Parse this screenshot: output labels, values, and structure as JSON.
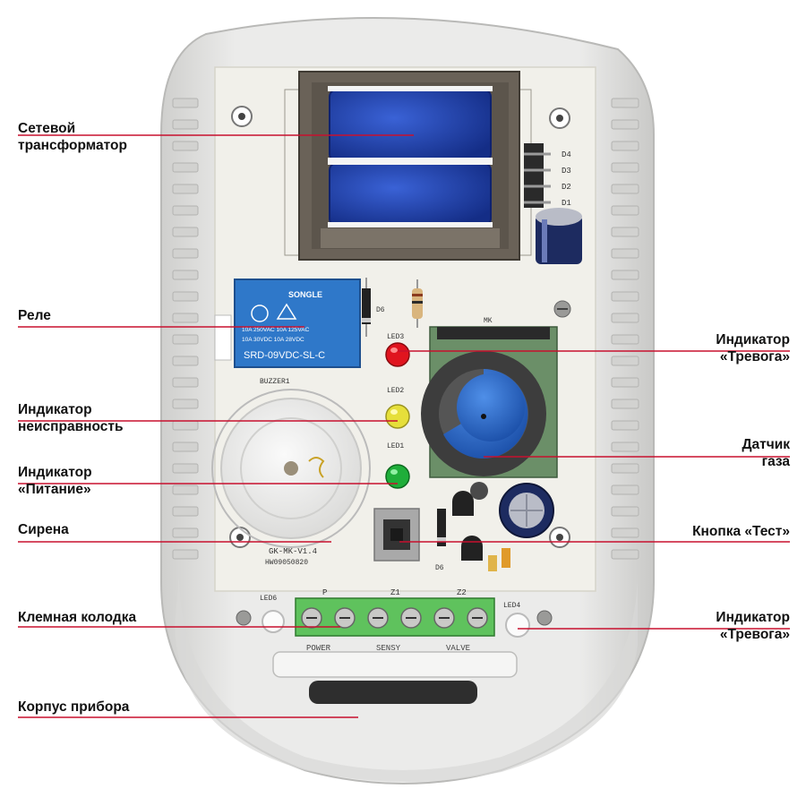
{
  "callouts": [
    {
      "id": "transformer",
      "lines": [
        "Сетевой",
        "трансформатор"
      ]
    },
    {
      "id": "relay",
      "lines": [
        "Реле"
      ]
    },
    {
      "id": "fault-led",
      "lines": [
        "Индикатор",
        "неисправность"
      ]
    },
    {
      "id": "power-led",
      "lines": [
        "Индикатор",
        "«Питание»"
      ]
    },
    {
      "id": "siren",
      "lines": [
        "Сирена"
      ]
    },
    {
      "id": "terminal-block",
      "lines": [
        "Клемная колодка"
      ]
    },
    {
      "id": "housing",
      "lines": [
        "Корпус прибора"
      ]
    },
    {
      "id": "alarm-led-top",
      "lines": [
        "Индикатор",
        "«Тревога»"
      ]
    },
    {
      "id": "gas-sensor",
      "lines": [
        "Датчик",
        "газа"
      ]
    },
    {
      "id": "test-button",
      "lines": [
        "Кнопка «Тест»"
      ]
    },
    {
      "id": "alarm-led-bottom",
      "lines": [
        "Индикатор",
        "«Тревога»"
      ]
    }
  ],
  "pcb_markings": {
    "relay_brand": "SONGLE",
    "relay_rating_1": "10A 250VAC  10A 125VAC",
    "relay_rating_2": "10A  30VDC  10A  28VDC",
    "relay_model": "SRD-09VDC-SL-C",
    "buzzer": "BUZZER1",
    "board_model": "GK-MK-V1.4",
    "board_code": "HW09050820",
    "led3": "LED3",
    "led2": "LED2",
    "led1": "LED1",
    "led4": "LED4",
    "led6": "LED6",
    "mk": "MK",
    "d6": "D6",
    "d4": "D4",
    "d3": "D3",
    "d2": "D2",
    "d1": "D1",
    "p1": "P",
    "z1": "Z1",
    "z2": "Z2",
    "power": "POWER",
    "sensy": "SENSY",
    "valve": "VALVE"
  },
  "colors": {
    "callout_line": "#c8102e",
    "housing": "#e4e4e2",
    "pcb": "#f1f0ea",
    "transformer_core": "#6a6258",
    "coil": "#1c3fae",
    "relay": "#2f78c9",
    "led_red": "#e0141e",
    "led_yellow": "#e6df3a",
    "led_green": "#1fae3a",
    "terminal": "#5fc25d",
    "sensor_ring": "#3d3d3d",
    "sensor_core": "#2a6ed0",
    "capacitor": "#1d2b60"
  }
}
